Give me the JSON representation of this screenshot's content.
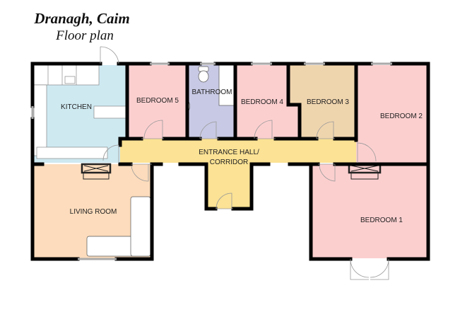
{
  "title": "Dranagh, Caim",
  "subtitle": "Floor plan",
  "colors": {
    "kitchen": "#cfe9f1",
    "bedroom_pink": "#fccfcf",
    "bathroom": "#c8c9e4",
    "bedroom3": "#efd5ae",
    "corridor": "#fbe294",
    "living": "#fcdcbc",
    "wall": "#000000"
  },
  "rooms": [
    {
      "id": "kitchen",
      "label": "KITCHEN"
    },
    {
      "id": "bedroom5",
      "label": "BEDROOM 5"
    },
    {
      "id": "bathroom",
      "label": "BATHROOM"
    },
    {
      "id": "bedroom4",
      "label": "BEDROOM 4"
    },
    {
      "id": "bedroom3",
      "label": "BEDROOM 3"
    },
    {
      "id": "bedroom2",
      "label": "BEDROOM 2"
    },
    {
      "id": "hall",
      "label_line1": "ENTRANCE HALL/",
      "label_line2": "CORRIDOR"
    },
    {
      "id": "living",
      "label": "LIVING ROOM"
    },
    {
      "id": "bedroom1",
      "label": "BEDROOM 1"
    }
  ]
}
